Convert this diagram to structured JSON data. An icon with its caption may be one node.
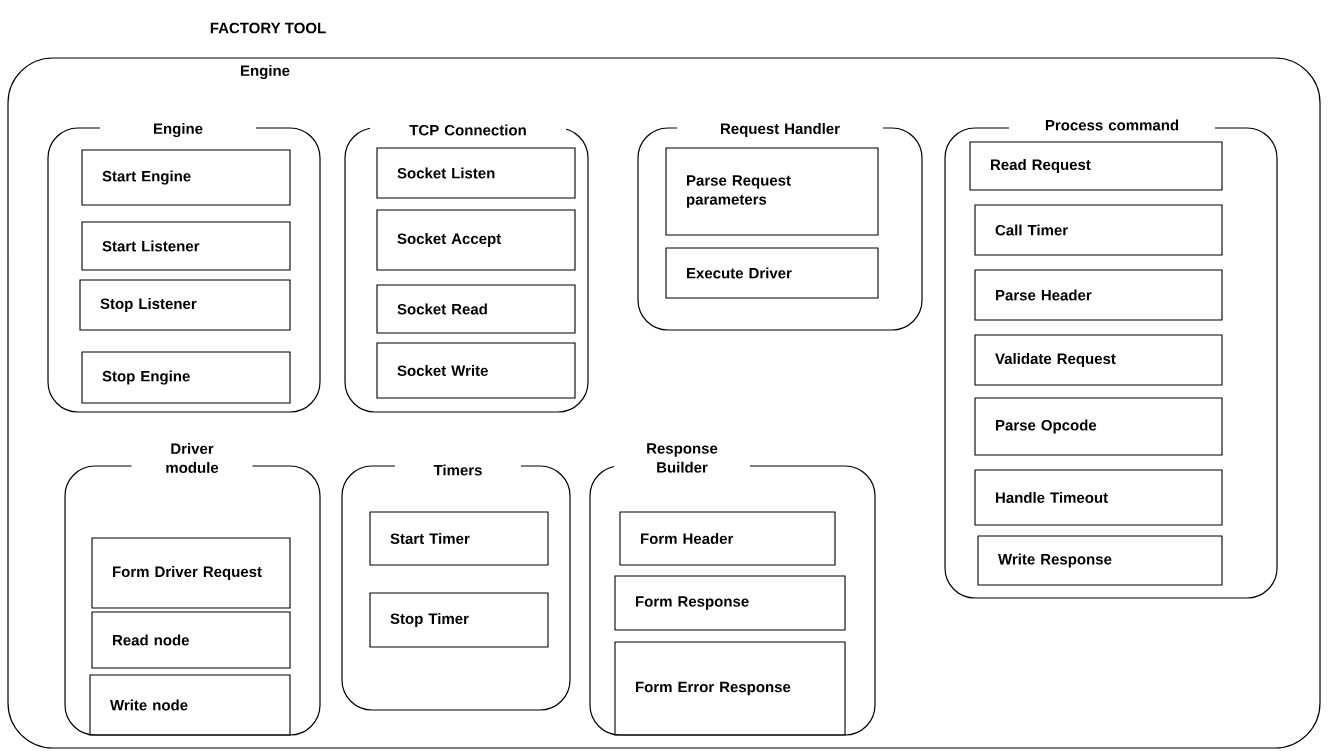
{
  "diagram": {
    "title": "FACTORY TOOL",
    "nodes": [
      {
        "text": [
          "Engine"
        ]
      },
      {
        "text": [
          "Engine"
        ],
        "in": 0
      },
      {
        "text": [
          "Start Engine"
        ],
        "in": 1
      },
      {
        "text": [
          "Start Listener"
        ],
        "in": 1
      },
      {
        "text": [
          "Stop Listener"
        ],
        "in": 1
      },
      {
        "text": [
          "Stop Engine"
        ],
        "in": 1
      },
      {
        "text": [
          "TCP Connection"
        ],
        "in": 0
      },
      {
        "text": [
          "Socket Listen"
        ],
        "in": 6
      },
      {
        "text": [
          "Socket Accept"
        ],
        "in": 6
      },
      {
        "text": [
          "Socket Read"
        ],
        "in": 6
      },
      {
        "text": [
          "Socket Write"
        ],
        "in": 6
      },
      {
        "text": [
          "Request Handler"
        ],
        "in": 0
      },
      {
        "text": [
          "Parse Request parameters"
        ],
        "in": 11
      },
      {
        "text": [
          "Execute Driver"
        ],
        "in": 11
      },
      {
        "text": [
          "Process command"
        ],
        "in": 0
      },
      {
        "text": [
          "Read Request"
        ],
        "in": 14
      },
      {
        "text": [
          "Call Timer"
        ],
        "in": 14
      },
      {
        "text": [
          "Parse Header"
        ],
        "in": 14
      },
      {
        "text": [
          "Validate Request"
        ],
        "in": 14
      },
      {
        "text": [
          "Parse Opcode"
        ],
        "in": 14
      },
      {
        "text": [
          "Handle Timeout"
        ],
        "in": 14
      },
      {
        "text": [
          "Write Response"
        ],
        "in": 14
      },
      {
        "text": [
          "Driver module"
        ],
        "in": 0
      },
      {
        "text": [
          "Form Driver Request"
        ],
        "in": 22
      },
      {
        "text": [
          "Read node"
        ],
        "in": 22
      },
      {
        "text": [
          "Write node"
        ],
        "in": 22
      },
      {
        "text": [
          "Timers"
        ],
        "in": 0
      },
      {
        "text": [
          "Start Timer"
        ],
        "in": 26
      },
      {
        "text": [
          "Stop Timer"
        ],
        "in": 26
      },
      {
        "text": [
          "Response Builder"
        ],
        "in": 0
      },
      {
        "text": [
          "Form Header"
        ],
        "in": 29
      },
      {
        "text": [
          "Form Response"
        ],
        "in": 29
      },
      {
        "text": [
          "Form Error Response"
        ],
        "in": 29
      }
    ]
  }
}
